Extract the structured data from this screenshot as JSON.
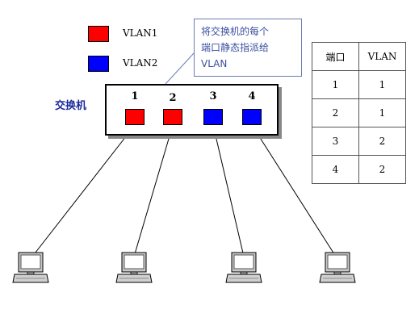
{
  "legend": [
    {
      "label": "VLAN1",
      "color": "#ff0000"
    },
    {
      "label": "VLAN2",
      "color": "#0000ff"
    }
  ],
  "callout": {
    "lines": [
      "将交换机的每个",
      "端口静态指派给",
      "VLAN"
    ]
  },
  "switch": {
    "label": "交换机",
    "ports": [
      {
        "num": "1",
        "color": "#ff0000"
      },
      {
        "num": "2",
        "color": "#ff0000"
      },
      {
        "num": "3",
        "color": "#0000ff"
      },
      {
        "num": "4",
        "color": "#0000ff"
      }
    ]
  },
  "table": {
    "headers": [
      "端口",
      "VLAN"
    ],
    "rows": [
      [
        "1",
        "1"
      ],
      [
        "2",
        "1"
      ],
      [
        "3",
        "2"
      ],
      [
        "4",
        "2"
      ]
    ]
  },
  "icons": {
    "pc": "computer-icon"
  }
}
